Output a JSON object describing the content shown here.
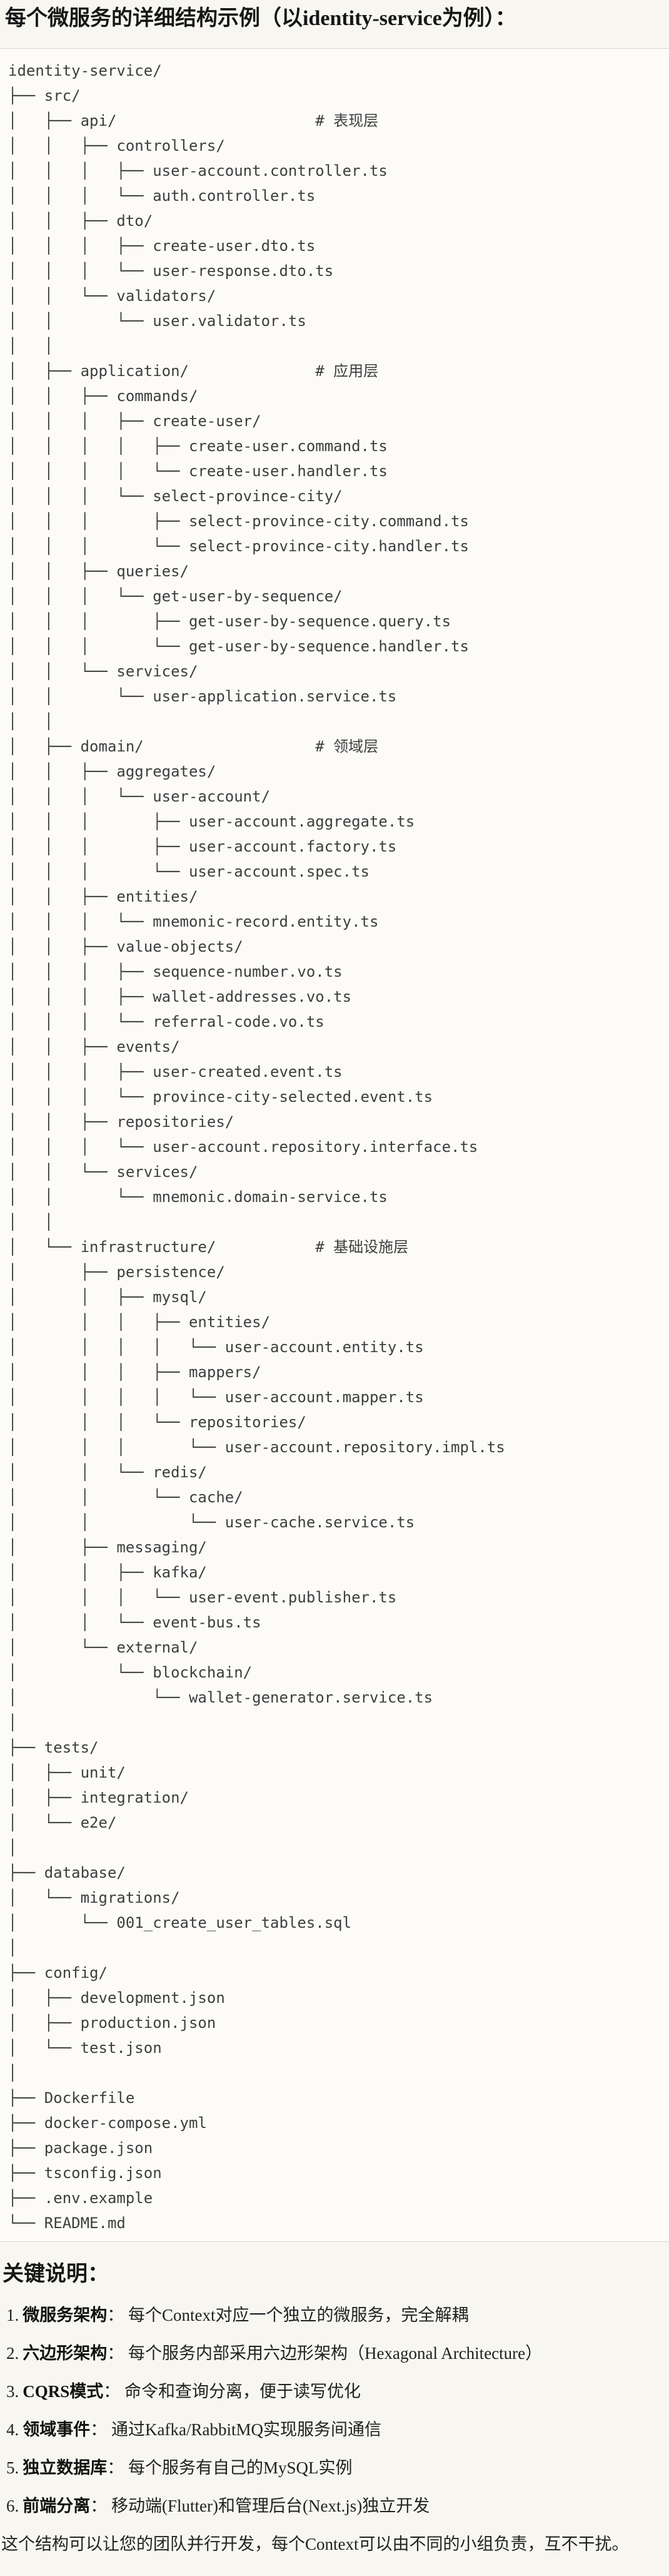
{
  "colors": {
    "page_background": "#f7f6f1",
    "code_background": "#fcfbf8",
    "code_border": "#d8d7d3",
    "code_text": "#3e3e3e",
    "heading_text": "#161616",
    "body_text": "#222222"
  },
  "heading": {
    "title": "每个微服务的详细结构示例（以identity-service为例）："
  },
  "code_block": {
    "tree_lines": [
      "identity-service/",
      "├── src/",
      "│   ├── api/                      # 表现层",
      "│   │   ├── controllers/",
      "│   │   │   ├── user-account.controller.ts",
      "│   │   │   └── auth.controller.ts",
      "│   │   ├── dto/",
      "│   │   │   ├── create-user.dto.ts",
      "│   │   │   └── user-response.dto.ts",
      "│   │   └── validators/",
      "│   │       └── user.validator.ts",
      "│   │",
      "│   ├── application/              # 应用层",
      "│   │   ├── commands/",
      "│   │   │   ├── create-user/",
      "│   │   │   │   ├── create-user.command.ts",
      "│   │   │   │   └── create-user.handler.ts",
      "│   │   │   └── select-province-city/",
      "│   │   │       ├── select-province-city.command.ts",
      "│   │   │       └── select-province-city.handler.ts",
      "│   │   ├── queries/",
      "│   │   │   └── get-user-by-sequence/",
      "│   │   │       ├── get-user-by-sequence.query.ts",
      "│   │   │       └── get-user-by-sequence.handler.ts",
      "│   │   └── services/",
      "│   │       └── user-application.service.ts",
      "│   │",
      "│   ├── domain/                   # 领域层",
      "│   │   ├── aggregates/",
      "│   │   │   └── user-account/",
      "│   │   │       ├── user-account.aggregate.ts",
      "│   │   │       ├── user-account.factory.ts",
      "│   │   │       └── user-account.spec.ts",
      "│   │   ├── entities/",
      "│   │   │   └── mnemonic-record.entity.ts",
      "│   │   ├── value-objects/",
      "│   │   │   ├── sequence-number.vo.ts",
      "│   │   │   ├── wallet-addresses.vo.ts",
      "│   │   │   └── referral-code.vo.ts",
      "│   │   ├── events/",
      "│   │   │   ├── user-created.event.ts",
      "│   │   │   └── province-city-selected.event.ts",
      "│   │   ├── repositories/",
      "│   │   │   └── user-account.repository.interface.ts",
      "│   │   └── services/",
      "│   │       └── mnemonic.domain-service.ts",
      "│   │",
      "│   └── infrastructure/           # 基础设施层",
      "│       ├── persistence/",
      "│       │   ├── mysql/",
      "│       │   │   ├── entities/",
      "│       │   │   │   └── user-account.entity.ts",
      "│       │   │   ├── mappers/",
      "│       │   │   │   └── user-account.mapper.ts",
      "│       │   │   └── repositories/",
      "│       │   │       └── user-account.repository.impl.ts",
      "│       │   └── redis/",
      "│       │       └── cache/",
      "│       │           └── user-cache.service.ts",
      "│       ├── messaging/",
      "│       │   ├── kafka/",
      "│       │   │   └── user-event.publisher.ts",
      "│       │   └── event-bus.ts",
      "│       └── external/",
      "│           └── blockchain/",
      "│               └── wallet-generator.service.ts",
      "│",
      "├── tests/",
      "│   ├── unit/",
      "│   ├── integration/",
      "│   └── e2e/",
      "│",
      "├── database/",
      "│   └── migrations/",
      "│       └── 001_create_user_tables.sql",
      "│",
      "├── config/",
      "│   ├── development.json",
      "│   ├── production.json",
      "│   └── test.json",
      "│",
      "├── Dockerfile",
      "├── docker-compose.yml",
      "├── package.json",
      "├── tsconfig.json",
      "├── .env.example",
      "└── README.md"
    ]
  },
  "notes": {
    "heading": "关键说明：",
    "items": [
      {
        "num": "1.",
        "label": "微服务架构",
        "sep": "： ",
        "text": "每个Context对应一个独立的微服务，完全解耦"
      },
      {
        "num": "2.",
        "label": "六边形架构",
        "sep": "： ",
        "text": "每个服务内部采用六边形架构（Hexagonal Architecture）"
      },
      {
        "num": "3.",
        "label": "CQRS模式",
        "sep": "： ",
        "text": "命令和查询分离，便于读写优化"
      },
      {
        "num": "4.",
        "label": "领域事件",
        "sep": "： ",
        "text": "通过Kafka/RabbitMQ实现服务间通信"
      },
      {
        "num": "5.",
        "label": "独立数据库",
        "sep": "： ",
        "text": "每个服务有自己的MySQL实例"
      },
      {
        "num": "6.",
        "label": "前端分离",
        "sep": "： ",
        "text": "移动端(Flutter)和管理后台(Next.js)独立开发"
      }
    ],
    "closing": "这个结构可以让您的团队并行开发，每个Context可以由不同的小组负责，互不干扰。"
  }
}
